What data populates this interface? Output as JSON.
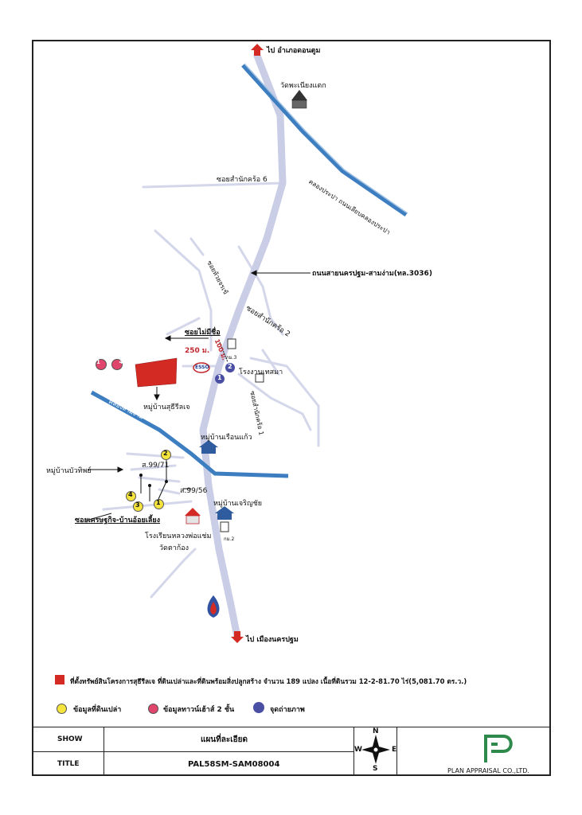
{
  "map": {
    "labels": {
      "to_don_tum": "ไป อำเภอดอนตูม",
      "wat_pha_nieng": "วัดพะเนียงแตก",
      "canal_road_top": "คลองประปา ถนนเลียบคลองประปา",
      "soi_6": "ซอยสำนักคร้อ 6",
      "main_road": "ถนนสายนครปฐม-สามง่าม(ทล.3036)",
      "soi_hua_kwai": "ซอยห้วยจรเข้",
      "soi_2": "ซอยสำนักคร้อ 2",
      "soi_no_name": "ซอยไม่มีชื่อ",
      "dist_250": "250 ม.",
      "dist_100": "100 ม.",
      "km3": "กม.3",
      "tesma_factory": "โรงงานเทสมา",
      "esso": "ESSO",
      "soi_1": "ซอยสำนักคร้อ 1",
      "village_project": "หมู่บ้านสุธีรีลเจ",
      "canal_mid": "คลองสามง่าม",
      "village_ruan_kaew": "หมู่บ้านเรือนแก้ว",
      "village_buathip": "หมู่บ้านบัวทิพย์",
      "s_99_71": "ส.99/71",
      "s_99_56": "ส.99/56",
      "soi_setthakit": "ซอยเศรษฐกิจ-บ้านอ้อยเลี้ยง",
      "village_charoen_chai": "หมู่บ้านเจริญชัย",
      "school": "โรงเรียนหลวงพ่อแช่ม",
      "km2": "กม.2",
      "wat_ta_kong": "วัดตาก้อง",
      "to_nakhon_pathom": "ไป เมืองนครปฐม",
      "marker_1_4": "1 - 4",
      "photo_1": "1",
      "photo_2": "2",
      "land_1": "1",
      "land_2": "2",
      "land_3": "3",
      "land_4": "4"
    }
  },
  "legend": {
    "property": "ที่ตั้งทรัพย์สินโครงการสุธีรีลเจ ที่ดินเปล่าและที่ดินพร้อมสิ่งปลูกสร้าง  จำนวน 189 แปลง เนื้อที่ดินรวม 12-2-81.70 ไร่(5,081.70 ตร.ว.)",
    "vacant_land": "ข้อมูลที่ดินเปล่า",
    "townhouse": "ข้อมูลทาวน์เฮ้าส์ 2 ชั้น",
    "photo_point": "จุดถ่ายภาพ"
  },
  "title_block": {
    "show_label": "SHOW",
    "show_value": "แผนที่ละเอียด",
    "title_label": "TITLE",
    "title_value": "PAL58SM-SAM08004",
    "compass_n": "N",
    "compass_s": "S",
    "compass_e": "E",
    "compass_w": "W",
    "company": "PLAN APPRAISAL CO.,LTD."
  },
  "colors": {
    "road": "#c9cde6",
    "canal": "#3d7ec0",
    "property": "#d42a24",
    "vacant": "#f5e43c",
    "townhouse": "#e0456b",
    "photo": "#4a4fa3",
    "logo": "#2e8a4a"
  }
}
